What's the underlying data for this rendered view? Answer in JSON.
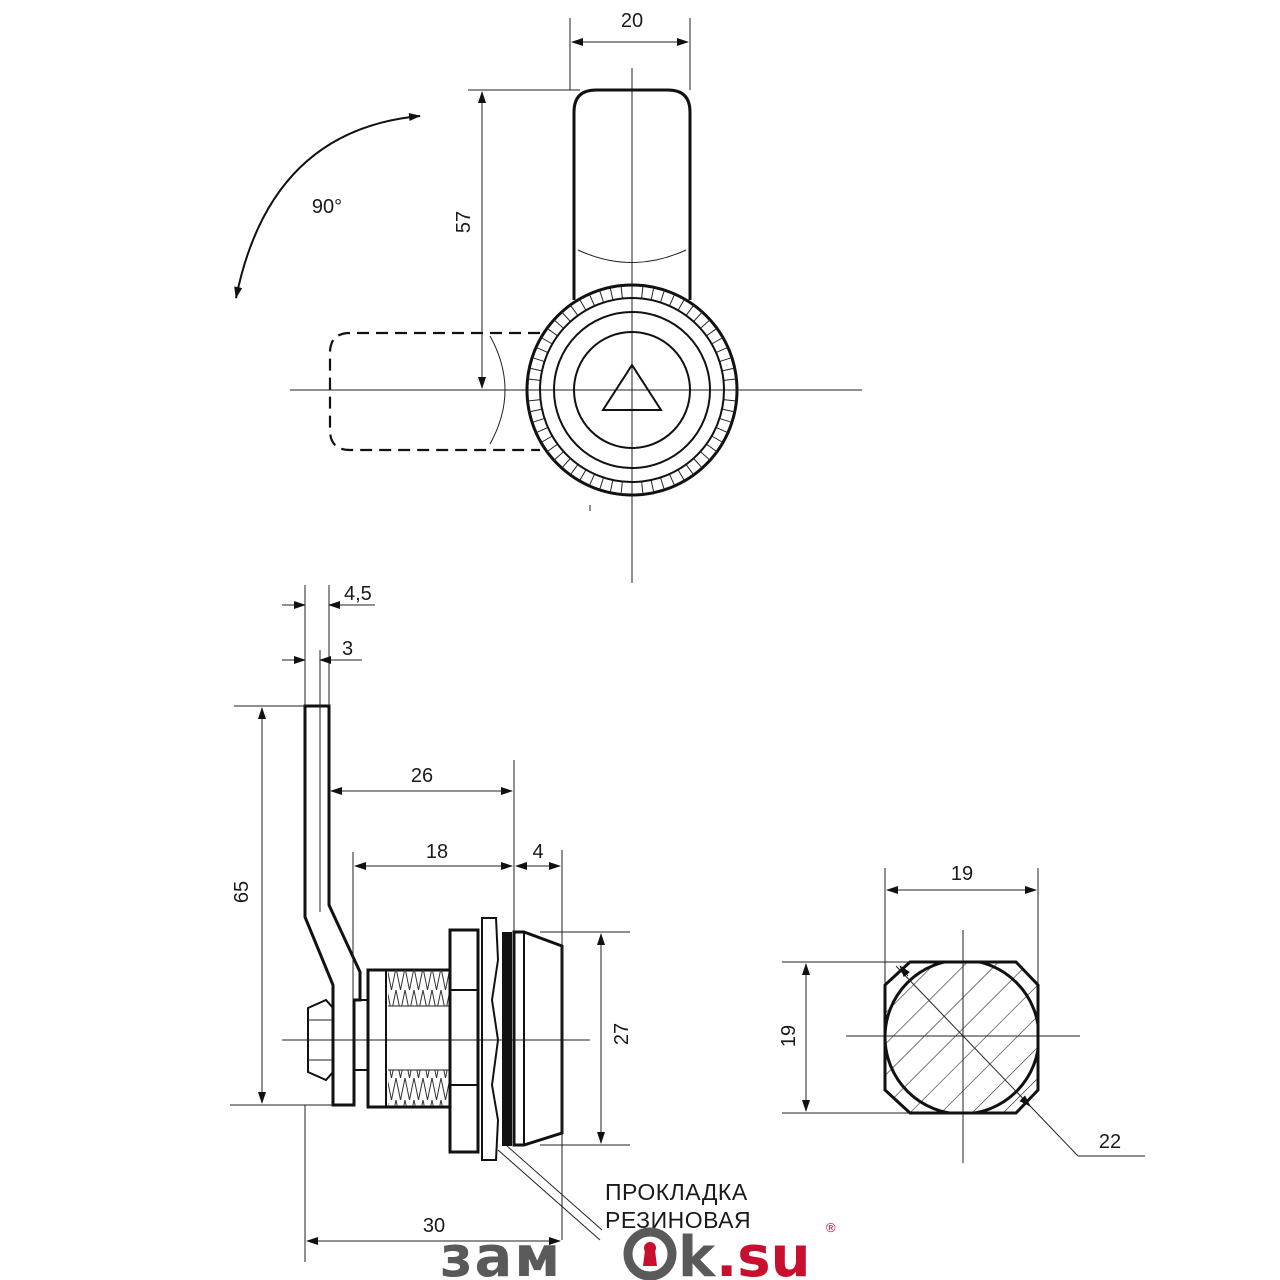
{
  "top_view": {
    "dims": {
      "width": "20",
      "length": "57",
      "angle": "90°"
    }
  },
  "side_view": {
    "dims": {
      "cam_thickness_outer": "4,5",
      "cam_thickness_inner": "3",
      "cam_height": "65",
      "cam_offset": "26",
      "body_length": "18",
      "face_depth": "4",
      "face_diameter": "27",
      "total_length": "30"
    },
    "note_line1": "ПРОКЛАДКА",
    "note_line2": "РЕЗИНОВАЯ"
  },
  "section_view": {
    "dims": {
      "width": "19",
      "height": "19",
      "diagonal": "22"
    }
  },
  "logo": {
    "text_a": "зам",
    "text_b": "k",
    "text_c": ".su",
    "registered": "®",
    "colors": {
      "main": "#5a5a5a",
      "accent": "#c8102e"
    }
  }
}
